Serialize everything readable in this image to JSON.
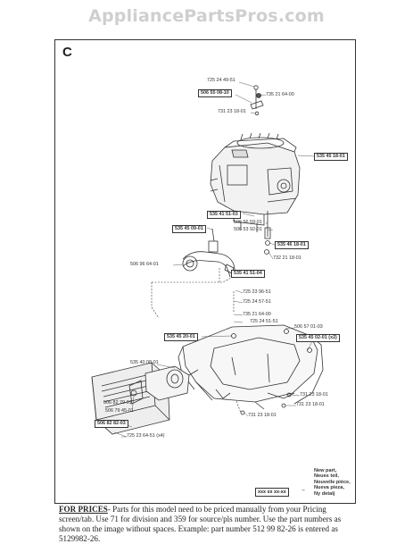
{
  "watermark": "AppliancePartsPros.com",
  "section_letter": "C",
  "part_labels": [
    "725 24 49-51",
    "506 55 08-10",
    "735 21 64-00",
    "731 23 18-01",
    "535 45 18-01",
    "535 41 51-03",
    "506 56 59-01",
    "535 45 09-01",
    "506 53 92-01",
    "535 46 18-01",
    "732 21 18-01",
    "506 96 64-01",
    "535 41 51-04",
    "725 23 96-51",
    "725 24 57-51",
    "735 21 64-00",
    "725 24 51-51",
    "506 57 01-03",
    "535 45 20-01",
    "535 45 02-01 (x2)",
    "535 40 08-01",
    "506 82 79-01",
    "506 79 45-01",
    "731 23 18-01",
    "731 23 18-01",
    "506 82 82-03",
    "731 23 18-01",
    "725 23 64-51 (x4)"
  ],
  "legend": {
    "lines": [
      "New part,",
      "Neues teil,",
      "Nouvelle pièce,",
      "Nueva pieza,",
      "Ny detalj"
    ],
    "code": "xxx xx xx-xx"
  },
  "footer": {
    "lead": "FOR PRICES",
    "text": "- Parts for this model need to be priced manually from your Pricing screen/tab. Use 71 for division and 359 for source/pls number.  Use the part numbers as shown on the image without spaces.  Example: part number 512 99 82-26 is entered as 5129982-26."
  }
}
